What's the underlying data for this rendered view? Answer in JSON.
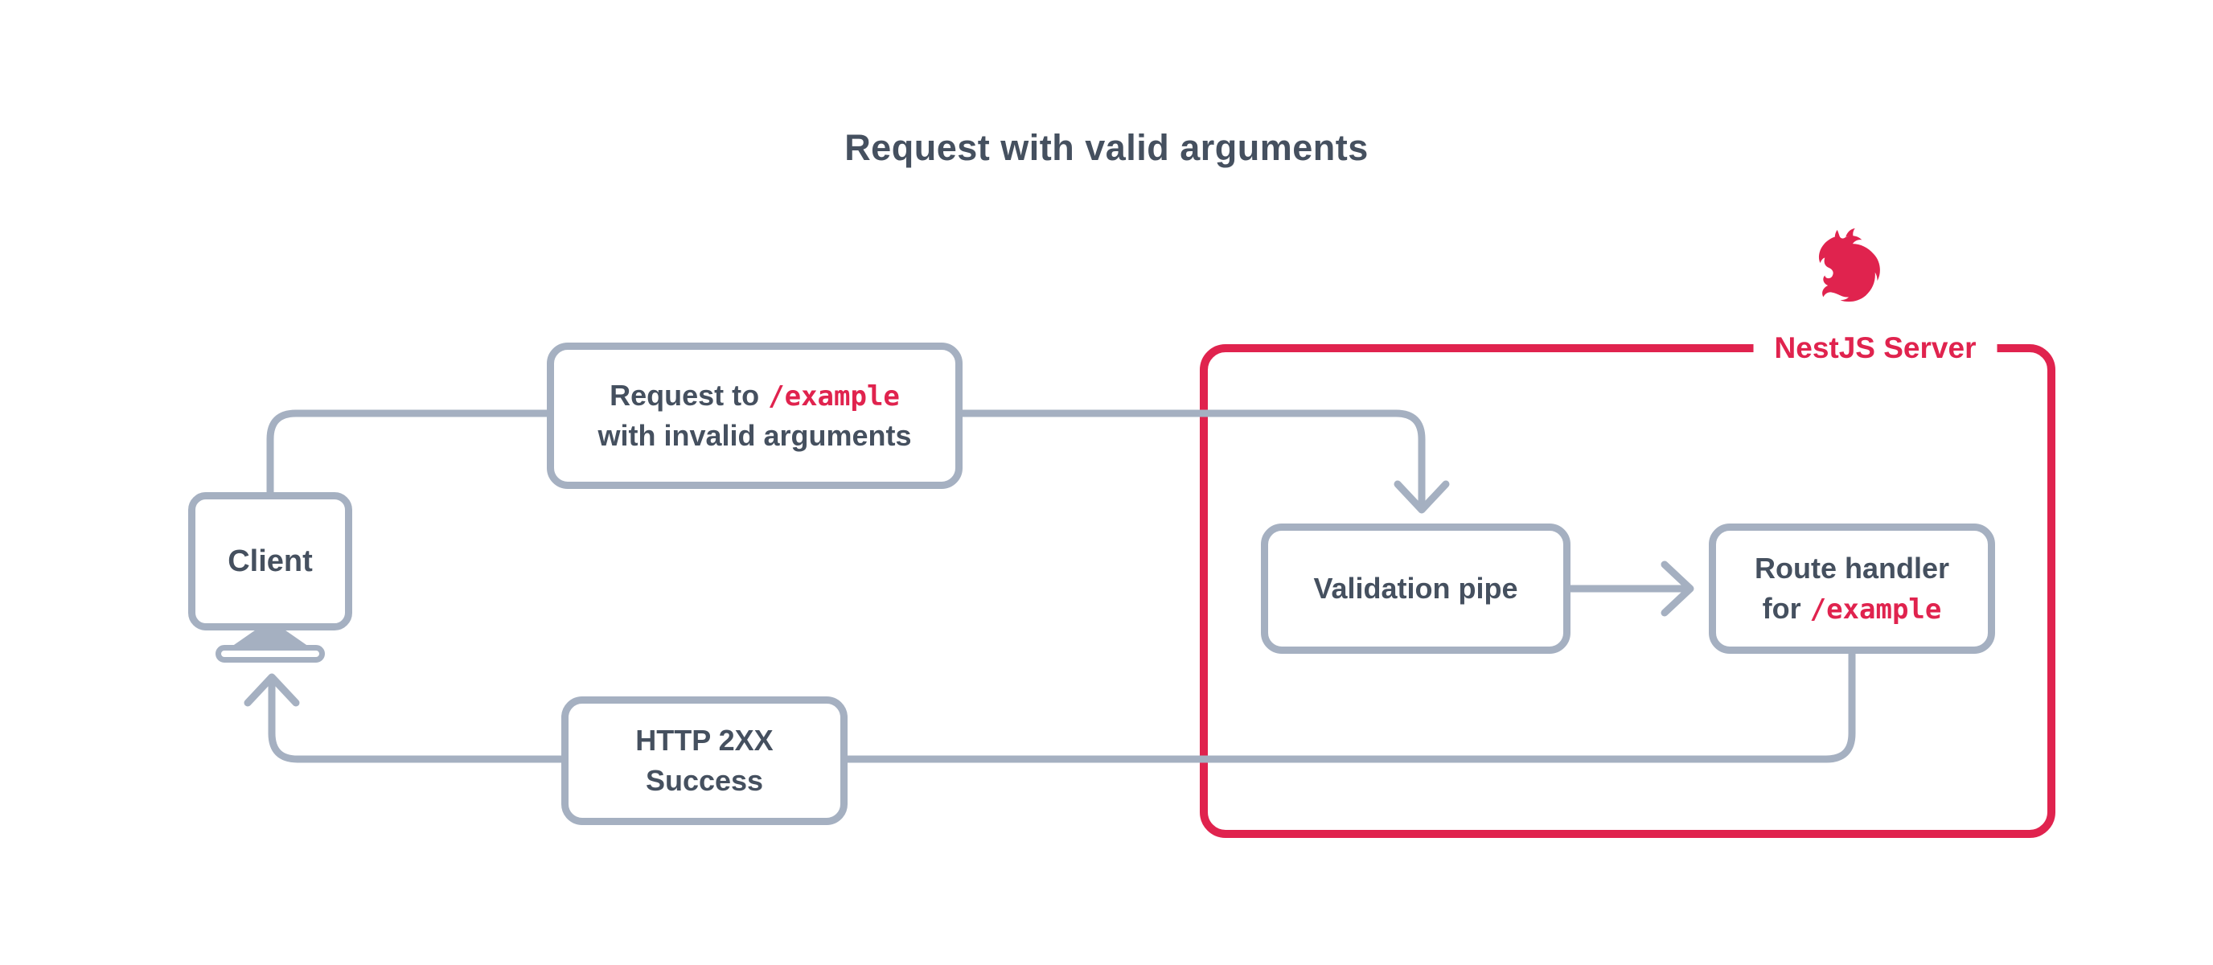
{
  "title": "Request with valid arguments",
  "colors": {
    "text": "#45505f",
    "line": "#a5b0c1",
    "accent": "#e0234e",
    "bg": "#ffffff"
  },
  "client": {
    "label": "Client",
    "icon": "monitor-icon"
  },
  "request_box": {
    "prefix": "Request to",
    "code": "/example",
    "line2": "with invalid arguments"
  },
  "server": {
    "label": "NestJS Server",
    "icon": "nestjs-logo-icon"
  },
  "validation_box": {
    "label": "Validation pipe"
  },
  "route_box": {
    "line1": "Route handler",
    "line2_prefix": "for",
    "code": "/example"
  },
  "response_box": {
    "line1": "HTTP 2XX",
    "line2": "Success"
  }
}
